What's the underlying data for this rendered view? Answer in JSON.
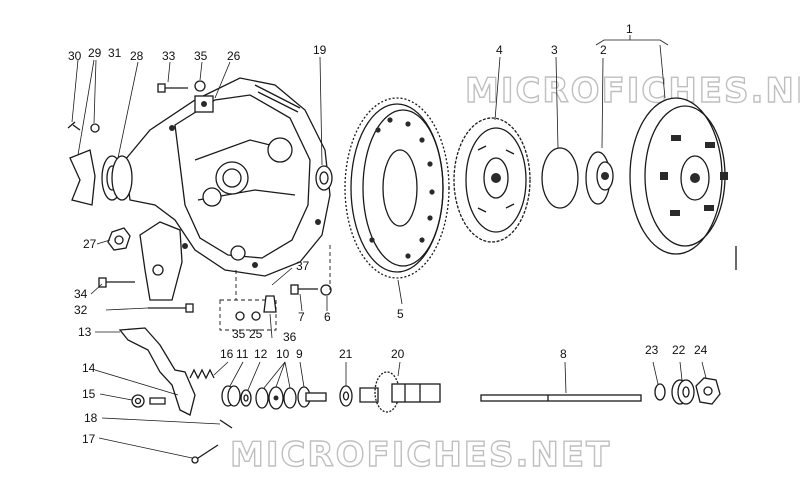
{
  "watermark": {
    "top": "MICROFICHES.NET",
    "bottom": "MICROFICHES.NET"
  },
  "callouts": {
    "c1": "1",
    "c2": "2",
    "c3": "3",
    "c4": "4",
    "c5": "5",
    "c6": "6",
    "c7": "7",
    "c8": "8",
    "c9": "9",
    "c10": "10",
    "c11": "11",
    "c12": "12",
    "c13": "13",
    "c14": "14",
    "c15": "15",
    "c16": "16",
    "c17": "17",
    "c18": "18",
    "c19": "19",
    "c20": "20",
    "c21": "21",
    "c22": "22",
    "c23": "23",
    "c24": "24",
    "c25": "25",
    "c26": "26",
    "c27": "27",
    "c28": "28",
    "c29": "29",
    "c30": "30",
    "c31": "31",
    "c32": "32",
    "c33": "33",
    "c34": "34",
    "c35a": "35",
    "c35b": "35",
    "c36": "36",
    "c37": "37"
  }
}
